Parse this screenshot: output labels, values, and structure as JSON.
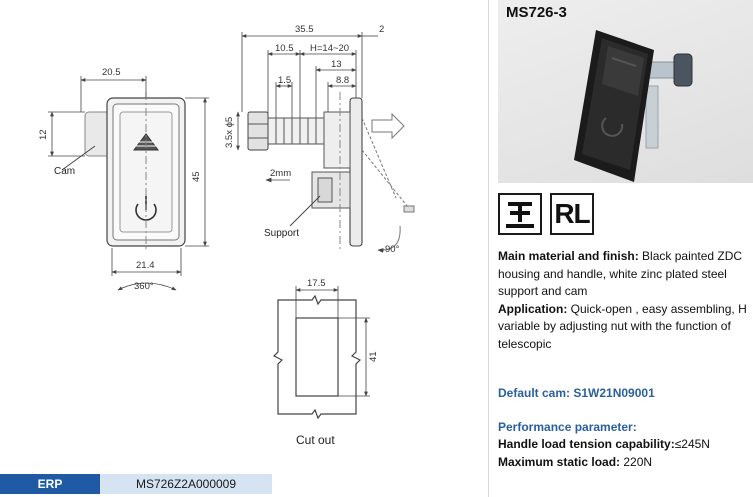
{
  "model": "MS726-3",
  "drawing": {
    "front": {
      "width_top": "20.5",
      "height_left": "12",
      "height_total": "45",
      "width_bottom": "21.4",
      "rotation": "360°",
      "cam_label": "Cam"
    },
    "side": {
      "total_length": "35.5",
      "offset": "2",
      "dim_a": "10.5",
      "dim_h": "H=14~20",
      "dim_b": "13",
      "dim_c": "1.5",
      "dim_d": "8.8",
      "thread": "3.5x ϕ5",
      "travel": "2mm",
      "angle": "90°",
      "support_label": "Support"
    },
    "cutout": {
      "width": "17.5",
      "height": "41",
      "label": "Cut out"
    }
  },
  "icons": {
    "tighten_icon": "tighten-icon",
    "rl_text": "RL"
  },
  "desc": {
    "material_label": "Main material and finish:",
    "material_text": " Black painted ZDC housing and handle, white zinc plated steel support and cam",
    "application_label": "Application:",
    "application_text": " Quick-open , easy assembling, H variable by adjusting nut with the function of telescopic"
  },
  "default_cam": "Default cam: S1W21N09001",
  "performance": {
    "title": "Performance parameter:",
    "tension_label": "Handle load tension capability:",
    "tension_value": "≤245N",
    "static_label": "Maximum static load:",
    "static_value": " 220N"
  },
  "erp": {
    "label": "ERP",
    "value": "MS726Z2A000009"
  },
  "colors": {
    "erp_label_bg": "#1f5aa5",
    "erp_value_bg": "#d5e3f3",
    "accent_text": "#2a5f9e"
  }
}
